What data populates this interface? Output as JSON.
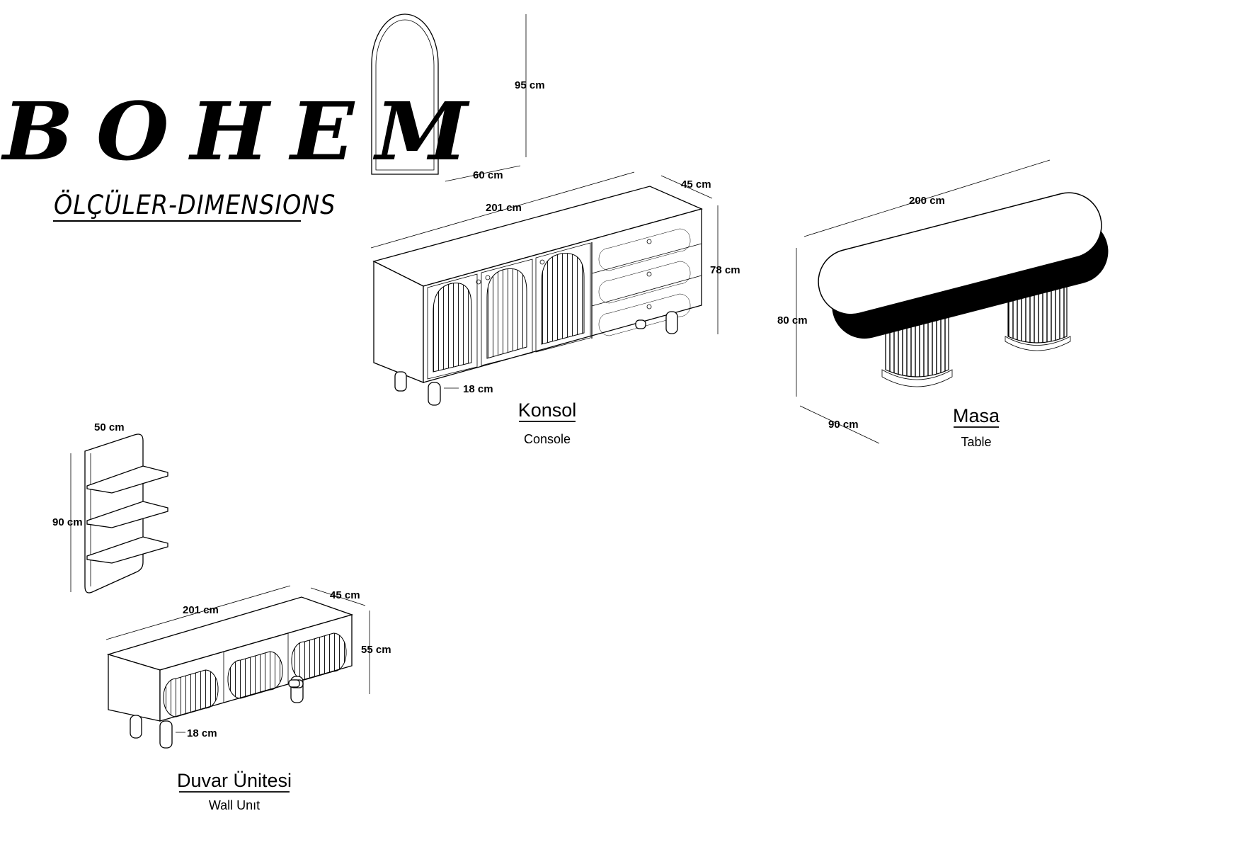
{
  "brand": {
    "title": "BOHEM",
    "subtitle": "ÖLÇÜLER-DIMENSIONS"
  },
  "products": {
    "mirror": {
      "height": "95 cm",
      "width": "60 cm"
    },
    "console": {
      "width": "201 cm",
      "depth": "45 cm",
      "height": "78 cm",
      "leg": "18 cm",
      "title": "Konsol",
      "caption": "Console"
    },
    "table": {
      "length": "200 cm",
      "height": "80 cm",
      "width": "90 cm",
      "title": "Masa",
      "caption": "Table"
    },
    "shelf": {
      "width": "50 cm",
      "height": "90 cm"
    },
    "wall_unit": {
      "width": "201 cm",
      "depth": "45 cm",
      "height": "55 cm",
      "leg": "18 cm",
      "title": "Duvar Ünitesi",
      "caption": "Wall Unıt"
    }
  },
  "colors": {
    "line": "#000000",
    "background": "#ffffff"
  }
}
